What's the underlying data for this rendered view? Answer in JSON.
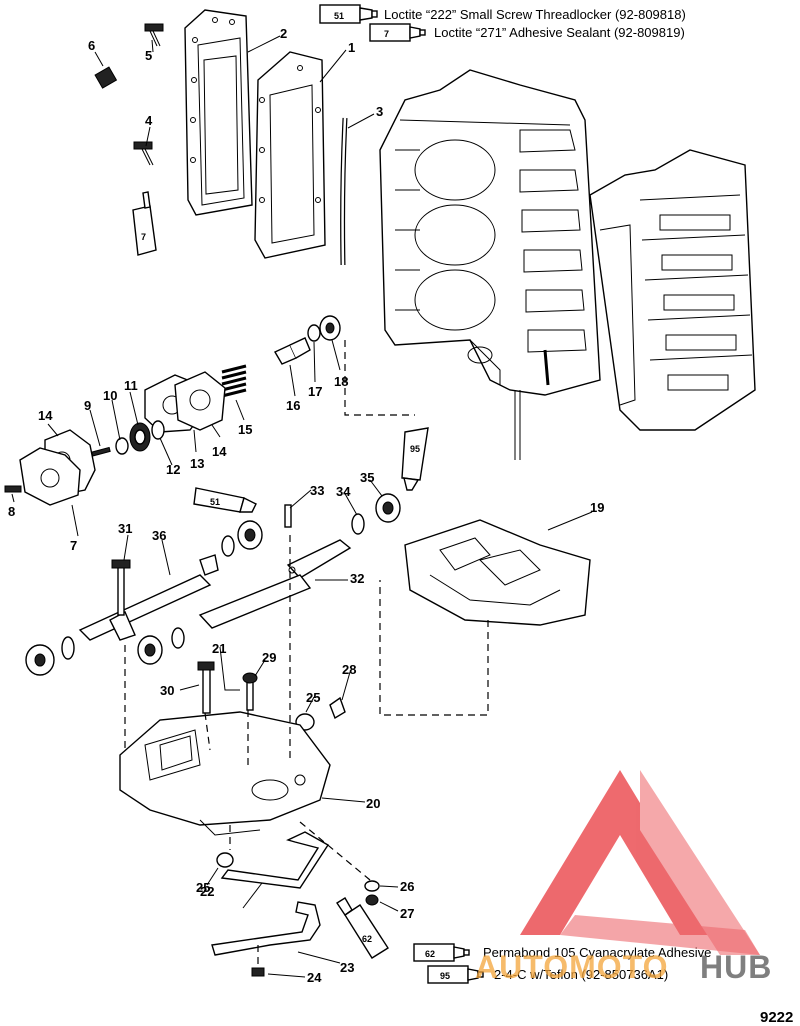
{
  "legend": [
    {
      "code": "51",
      "text": "Loctite “222” Small Screw Threadlocker  (92-809818)"
    },
    {
      "code": "7",
      "text": "Loctite “271” Adhesive Sealant (92-809819)"
    },
    {
      "code": "62",
      "text": "Permabond 105 Cyanacrylate Adhesive"
    },
    {
      "code": "95",
      "text": "2-4-C w/Teflon (92-850736A1)"
    }
  ],
  "tube_codes": {
    "t7": "7",
    "t51": "51",
    "t95": "95",
    "t62": "62"
  },
  "callouts": [
    "1",
    "2",
    "3",
    "4",
    "5",
    "6",
    "7",
    "8",
    "9",
    "10",
    "11",
    "12",
    "13",
    "14",
    "15",
    "16",
    "17",
    "18",
    "19",
    "20",
    "21",
    "22",
    "23",
    "24",
    "25",
    "26",
    "27",
    "28",
    "29",
    "30",
    "31",
    "32",
    "33",
    "34",
    "35",
    "36"
  ],
  "figure_number": "9222",
  "watermark": {
    "brand_left": "AUTOMOTO",
    "brand_right": "HUB",
    "color": "#e8383d"
  }
}
